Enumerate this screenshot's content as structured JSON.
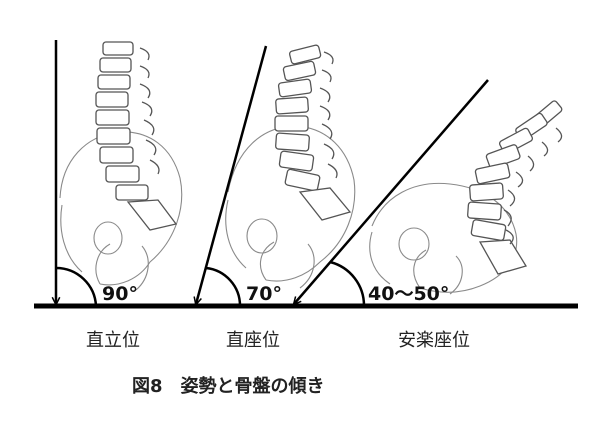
{
  "postures": [
    {
      "label": "直立位",
      "angle_label": "90°"
    },
    {
      "label": "直座位",
      "angle_label": "70°"
    },
    {
      "label": "安楽座位",
      "angle_label": "40～50°"
    }
  ],
  "caption": "図8　姿勢と骨盤の傾き",
  "colors": {
    "line": "#000000",
    "bone_outline": "#555555",
    "pelvis_outline": "#8a8a8a"
  }
}
